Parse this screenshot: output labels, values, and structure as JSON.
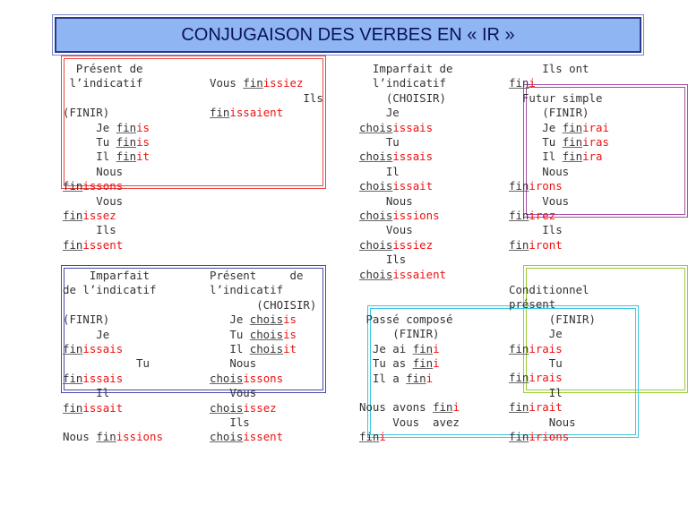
{
  "title": "CONJUGAISON DES VERBES EN  « IR »",
  "blocks": {
    "present_finir": [
      [
        [
          "  Présent de",
          ""
        ]
      ],
      [
        [
          " l’indicatif",
          ""
        ]
      ],
      [
        [
          "",
          ""
        ]
      ],
      [
        [
          "(FINIR)",
          ""
        ]
      ],
      [
        [
          "     Je ",
          ""
        ],
        [
          "fin",
          "u"
        ],
        [
          "is",
          "r"
        ]
      ],
      [
        [
          "     Tu ",
          ""
        ],
        [
          "fin",
          "u"
        ],
        [
          "is",
          "r"
        ]
      ],
      [
        [
          "     Il ",
          ""
        ],
        [
          "fin",
          "u"
        ],
        [
          "it",
          "r"
        ]
      ],
      [
        [
          "     Nous",
          ""
        ]
      ],
      [
        [
          "fin",
          "u"
        ],
        [
          "issons",
          "r"
        ]
      ],
      [
        [
          "     Vous",
          ""
        ]
      ],
      [
        [
          "fin",
          "u"
        ],
        [
          "issez",
          "r"
        ]
      ],
      [
        [
          "     Ils",
          ""
        ]
      ],
      [
        [
          "fin",
          "u"
        ],
        [
          "issent",
          "r"
        ]
      ]
    ],
    "imparfait_finir_cont": [
      [
        [
          "",
          ""
        ]
      ],
      [
        [
          "Vous ",
          ""
        ],
        [
          "fin",
          "u"
        ],
        [
          "issiez",
          "r"
        ]
      ],
      [
        [
          "              Ils",
          ""
        ]
      ],
      [
        [
          "fin",
          "u"
        ],
        [
          "issaient",
          "r"
        ]
      ]
    ],
    "imparfait_choisir": [
      [
        [
          "  Imparfait de",
          ""
        ]
      ],
      [
        [
          "  l’indicatif",
          ""
        ]
      ],
      [
        [
          "    (CHOISIR)",
          ""
        ]
      ],
      [
        [
          "    Je",
          ""
        ]
      ],
      [
        [
          "chois",
          "u"
        ],
        [
          "issais",
          "r"
        ]
      ],
      [
        [
          "    Tu",
          ""
        ]
      ],
      [
        [
          "chois",
          "u"
        ],
        [
          "issais",
          "r"
        ]
      ],
      [
        [
          "    Il",
          ""
        ]
      ],
      [
        [
          "chois",
          "u"
        ],
        [
          "issait",
          "r"
        ]
      ],
      [
        [
          "    Nous",
          ""
        ]
      ],
      [
        [
          "chois",
          "u"
        ],
        [
          "issions",
          "r"
        ]
      ],
      [
        [
          "    Vous",
          ""
        ]
      ],
      [
        [
          "chois",
          "u"
        ],
        [
          "issiez",
          "r"
        ]
      ],
      [
        [
          "    Ils",
          ""
        ]
      ],
      [
        [
          "chois",
          "u"
        ],
        [
          "issaient",
          "r"
        ]
      ]
    ],
    "futur_finir": [
      [
        [
          "     Ils ont",
          ""
        ]
      ],
      [
        [
          "fin",
          "u"
        ],
        [
          "i",
          "r"
        ]
      ],
      [
        [
          "  Futur simple",
          ""
        ]
      ],
      [
        [
          "     (FINIR)",
          ""
        ]
      ],
      [
        [
          "     Je ",
          ""
        ],
        [
          "fin",
          "u"
        ],
        [
          "irai",
          "r"
        ]
      ],
      [
        [
          "     Tu ",
          ""
        ],
        [
          "fin",
          "u"
        ],
        [
          "iras",
          "r"
        ]
      ],
      [
        [
          "     Il ",
          ""
        ],
        [
          "fin",
          "u"
        ],
        [
          "ira",
          "r"
        ]
      ],
      [
        [
          "     Nous",
          ""
        ]
      ],
      [
        [
          "fin",
          "u"
        ],
        [
          "irons",
          "r"
        ]
      ],
      [
        [
          "     Vous",
          ""
        ]
      ],
      [
        [
          "fin",
          "u"
        ],
        [
          "irez",
          "r"
        ]
      ],
      [
        [
          "     Ils",
          ""
        ]
      ],
      [
        [
          "fin",
          "u"
        ],
        [
          "iront",
          "r"
        ]
      ]
    ],
    "imparfait_finir": [
      [
        [
          "    Imparfait",
          ""
        ]
      ],
      [
        [
          "de l’indicatif",
          ""
        ]
      ],
      [
        [
          "",
          ""
        ]
      ],
      [
        [
          "(FINIR)",
          ""
        ]
      ],
      [
        [
          "     Je",
          ""
        ]
      ],
      [
        [
          "fin",
          "u"
        ],
        [
          "issais",
          "r"
        ]
      ],
      [
        [
          "           Tu",
          ""
        ]
      ],
      [
        [
          "fin",
          "u"
        ],
        [
          "issais",
          "r"
        ]
      ],
      [
        [
          "     Il",
          ""
        ]
      ],
      [
        [
          "fin",
          "u"
        ],
        [
          "issait",
          "r"
        ]
      ],
      [
        [
          "",
          ""
        ]
      ],
      [
        [
          "Nous ",
          ""
        ],
        [
          "fin",
          "u"
        ],
        [
          "issions",
          "r"
        ]
      ]
    ],
    "present_choisir": [
      [
        [
          "Présent     de",
          ""
        ]
      ],
      [
        [
          "l’indicatif",
          ""
        ]
      ],
      [
        [
          "       (CHOISIR)",
          ""
        ]
      ],
      [
        [
          "   Je ",
          ""
        ],
        [
          "chois",
          "u"
        ],
        [
          "is",
          "r"
        ]
      ],
      [
        [
          "   Tu ",
          ""
        ],
        [
          "chois",
          "u"
        ],
        [
          "is",
          "r"
        ]
      ],
      [
        [
          "   Il ",
          ""
        ],
        [
          "chois",
          "u"
        ],
        [
          "it",
          "r"
        ]
      ],
      [
        [
          "   Nous",
          ""
        ]
      ],
      [
        [
          "chois",
          "u"
        ],
        [
          "issons",
          "r"
        ]
      ],
      [
        [
          "   Vous",
          ""
        ]
      ],
      [
        [
          "chois",
          "u"
        ],
        [
          "issez",
          "r"
        ]
      ],
      [
        [
          "   Ils",
          ""
        ]
      ],
      [
        [
          "chois",
          "u"
        ],
        [
          "issent",
          "r"
        ]
      ]
    ],
    "passe_compose_finir": [
      [
        [
          " Passé composé",
          ""
        ]
      ],
      [
        [
          "     (FINIR)",
          ""
        ]
      ],
      [
        [
          "  Je ai ",
          ""
        ],
        [
          "fin",
          "u"
        ],
        [
          "i",
          "r"
        ]
      ],
      [
        [
          "  Tu as ",
          ""
        ],
        [
          "fin",
          "u"
        ],
        [
          "i",
          "r"
        ]
      ],
      [
        [
          "  Il a ",
          ""
        ],
        [
          "fin",
          "u"
        ],
        [
          "i",
          "r"
        ]
      ],
      [
        [
          "",
          ""
        ]
      ],
      [
        [
          "Nous avons ",
          ""
        ],
        [
          "fin",
          "u"
        ],
        [
          "i",
          "r"
        ]
      ],
      [
        [
          "     Vous  avez",
          ""
        ]
      ],
      [
        [
          "fin",
          "u"
        ],
        [
          "i",
          "r"
        ]
      ]
    ],
    "conditionnel_finir": [
      [
        [
          "Conditionnel",
          ""
        ]
      ],
      [
        [
          "présent",
          ""
        ]
      ],
      [
        [
          "      (FINIR)",
          ""
        ]
      ],
      [
        [
          "      Je",
          ""
        ]
      ],
      [
        [
          "fin",
          "u"
        ],
        [
          "irais",
          "r"
        ]
      ],
      [
        [
          "      Tu",
          ""
        ]
      ],
      [
        [
          "fin",
          "u"
        ],
        [
          "irais",
          "r"
        ]
      ],
      [
        [
          "      Il",
          ""
        ]
      ],
      [
        [
          "fin",
          "u"
        ],
        [
          "irait",
          "r"
        ]
      ],
      [
        [
          "      Nous",
          ""
        ]
      ],
      [
        [
          "fin",
          "u"
        ],
        [
          "irions",
          "r"
        ]
      ]
    ]
  }
}
